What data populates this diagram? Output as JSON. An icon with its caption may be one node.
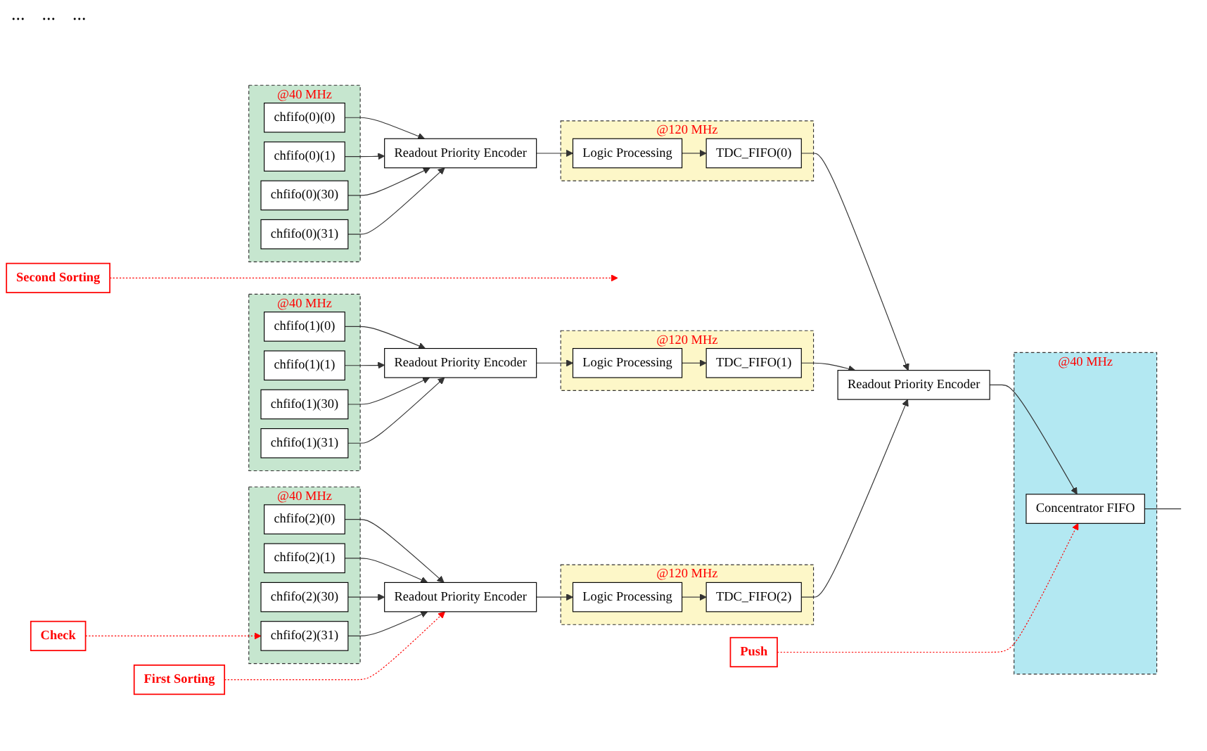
{
  "diagram": {
    "nodes": [
      {
        "text": [
          "@40 MHz"
        ]
      },
      {
        "text": [
          "chfifo(0)(0)"
        ],
        "in": 0
      },
      {
        "text": [
          "chfifo(0)(1)"
        ],
        "in": 0
      },
      {
        "text": [
          "chfifo(0)(30)"
        ],
        "in": 0
      },
      {
        "text": [
          "chfifo(0)(31)"
        ],
        "in": 0
      },
      {
        "text": [
          "Readout Priority Encoder"
        ]
      },
      {
        "text": [
          "@120 MHz"
        ]
      },
      {
        "text": [
          "Logic Processing"
        ],
        "in": 6
      },
      {
        "text": [
          "TDC_FIFO(0)"
        ],
        "in": 6
      },
      {
        "text": [
          "@40 MHz"
        ]
      },
      {
        "text": [
          "chfifo(1)(0)"
        ],
        "in": 9
      },
      {
        "text": [
          "chfifo(1)(1)"
        ],
        "in": 9
      },
      {
        "text": [
          "chfifo(1)(30)"
        ],
        "in": 9
      },
      {
        "text": [
          "chfifo(1)(31)"
        ],
        "in": 9
      },
      {
        "text": [
          "Readout Priority Encoder"
        ]
      },
      {
        "text": [
          "@120 MHz"
        ]
      },
      {
        "text": [
          "Logic Processing"
        ],
        "in": 15
      },
      {
        "text": [
          "TDC_FIFO(1)"
        ],
        "in": 15
      },
      {
        "text": [
          "@40 MHz"
        ]
      },
      {
        "text": [
          "chfifo(2)(0)"
        ],
        "in": 18
      },
      {
        "text": [
          "chfifo(2)(1)"
        ],
        "in": 18
      },
      {
        "text": [
          "chfifo(2)(30)"
        ],
        "in": 18
      },
      {
        "text": [
          "chfifo(2)(31)"
        ],
        "in": 18
      },
      {
        "text": [
          "Readout Priority Encoder"
        ]
      },
      {
        "text": [
          "@120 MHz"
        ]
      },
      {
        "text": [
          "Logic Processing"
        ],
        "in": 24
      },
      {
        "text": [
          "TDC_FIFO(2)"
        ],
        "in": 24
      },
      {
        "text": [
          "Readout Priority Encoder"
        ]
      },
      {
        "text": [
          "@40 MHz"
        ]
      },
      {
        "text": [
          "Concentrator FIFO"
        ],
        "in": 28
      },
      {
        "text": [
          "Check"
        ]
      },
      {
        "text": [
          "First Sorting"
        ]
      },
      {
        "text": [
          "Second Sorting"
        ]
      },
      {
        "text": [
          "Push"
        ]
      }
    ],
    "edges": [
      {
        "from": 1,
        "to": 5,
        "arrow": "to"
      },
      {
        "from": 2,
        "to": 5,
        "arrow": "to"
      },
      {
        "from": 3,
        "to": 5,
        "arrow": "to"
      },
      {
        "from": 4,
        "to": 5,
        "arrow": "to"
      },
      {
        "from": 5,
        "to": 7,
        "arrow": "to"
      },
      {
        "from": 7,
        "to": 8,
        "arrow": "to"
      },
      {
        "from": 8,
        "to": 27,
        "arrow": "to"
      },
      {
        "from": 10,
        "to": 14,
        "arrow": "to"
      },
      {
        "from": 11,
        "to": 14,
        "arrow": "to"
      },
      {
        "from": 12,
        "to": 14,
        "arrow": "to"
      },
      {
        "from": 13,
        "to": 14,
        "arrow": "to"
      },
      {
        "from": 14,
        "to": 16,
        "arrow": "to"
      },
      {
        "from": 16,
        "to": 17,
        "arrow": "to"
      },
      {
        "from": 17,
        "to": 27,
        "arrow": "to"
      },
      {
        "from": 19,
        "to": 23,
        "arrow": "to"
      },
      {
        "from": 20,
        "to": 23,
        "arrow": "to"
      },
      {
        "from": 21,
        "to": 23,
        "arrow": "to"
      },
      {
        "from": 22,
        "to": 23,
        "arrow": "to"
      },
      {
        "from": 23,
        "to": 25,
        "arrow": "to"
      },
      {
        "from": 25,
        "to": 26,
        "arrow": "to"
      },
      {
        "from": 26,
        "to": 27,
        "arrow": "to"
      },
      {
        "from": 27,
        "to": 29,
        "arrow": "to"
      },
      {
        "from": 29,
        "to": null,
        "arrow": "none"
      },
      {
        "from": 30,
        "to": 22,
        "arrow": "to",
        "style": "dashed",
        "color": "#ff0000"
      },
      {
        "from": 31,
        "to": 23,
        "arrow": "to",
        "style": "dashed",
        "color": "#ff0000"
      },
      {
        "from": 32,
        "to": null,
        "arrow": "to",
        "style": "dashed",
        "color": "#ff0000"
      },
      {
        "from": 33,
        "to": 29,
        "arrow": "to",
        "style": "dashed",
        "color": "#ff0000"
      }
    ],
    "labels": [
      "...",
      "...",
      "..."
    ]
  }
}
